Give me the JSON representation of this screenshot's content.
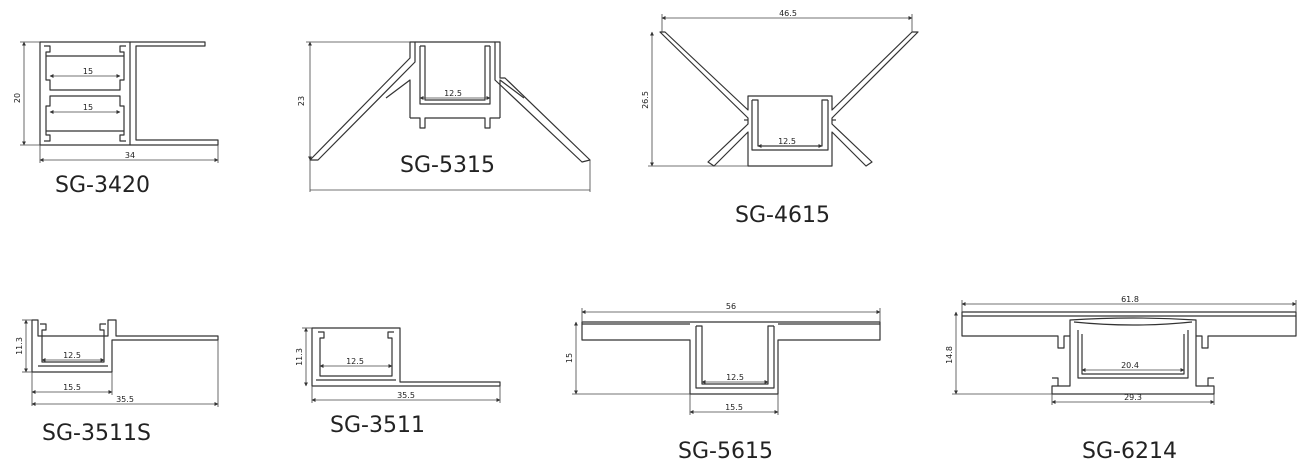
{
  "profiles": [
    {
      "model": "SG-3420",
      "dims": [
        "20",
        "15",
        "15",
        "34"
      ]
    },
    {
      "model": "SG-5315",
      "dims": [
        "23",
        "12.5"
      ]
    },
    {
      "model": "SG-4615",
      "dims": [
        "46.5",
        "26.5",
        "12.5"
      ]
    },
    {
      "model": "SG-3511S",
      "dims": [
        "11.3",
        "12.5",
        "15.5",
        "35.5"
      ]
    },
    {
      "model": "SG-3511",
      "dims": [
        "11.3",
        "12.5",
        "35.5"
      ]
    },
    {
      "model": "SG-5615",
      "dims": [
        "56",
        "15",
        "12.5",
        "15.5"
      ]
    },
    {
      "model": "SG-6214",
      "dims": [
        "61.8",
        "14.8",
        "20.4",
        "29.3"
      ]
    }
  ]
}
